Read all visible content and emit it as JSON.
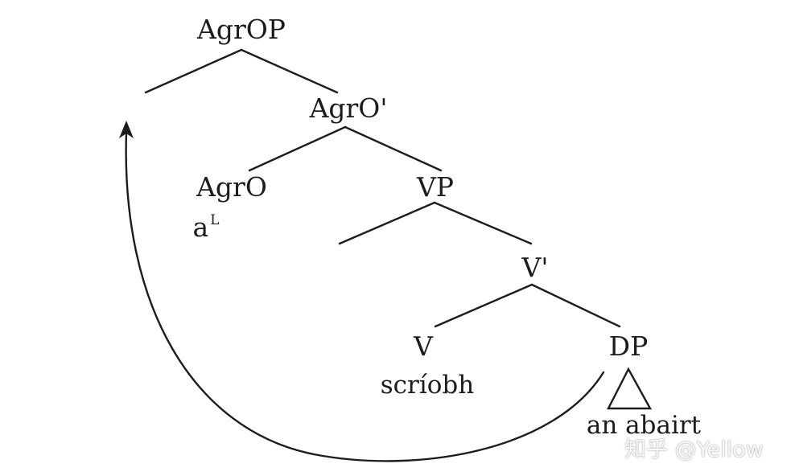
{
  "diagram": {
    "type": "syntax-tree",
    "nodes": {
      "agrop": "AgrOP",
      "agro_bar": "AgrO'",
      "agro": "AgrO",
      "agro_word": "a",
      "agro_word_sup": "L",
      "vp": "VP",
      "v_bar": "V'",
      "v": "V",
      "v_word": "scríobh",
      "dp": "DP",
      "dp_word": "an abairt"
    },
    "movement": {
      "from": "DP",
      "to": "Spec-AgrOP",
      "arrow": "curved-arrow"
    },
    "colors": {
      "ink": "#1c1c1c",
      "background": "#ffffff"
    }
  },
  "watermark": "知乎 @Yellow"
}
